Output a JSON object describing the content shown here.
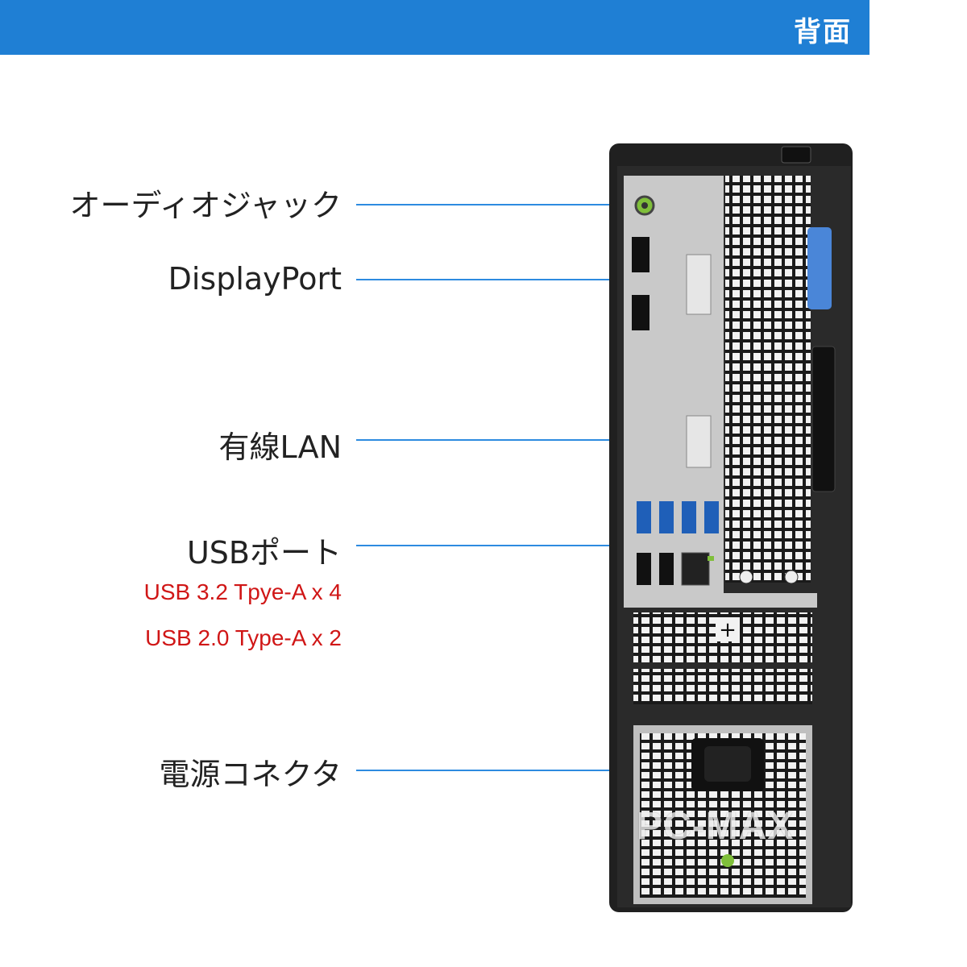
{
  "header": {
    "title": "背面",
    "color": "#1f7fd4"
  },
  "labels": {
    "audio": "オーディオジャック",
    "displayport": "DisplayPort",
    "lan": "有線LAN",
    "usb": "USBポート",
    "power": "電源コネクタ"
  },
  "usb_specs": [
    "USB 3.2 Tpye-A  x 4",
    "USB 2.0 Type-A  x 2"
  ],
  "watermark": "PC-MAX",
  "colors": {
    "pointer": "#2d8be0",
    "spec_text": "#d01616"
  }
}
